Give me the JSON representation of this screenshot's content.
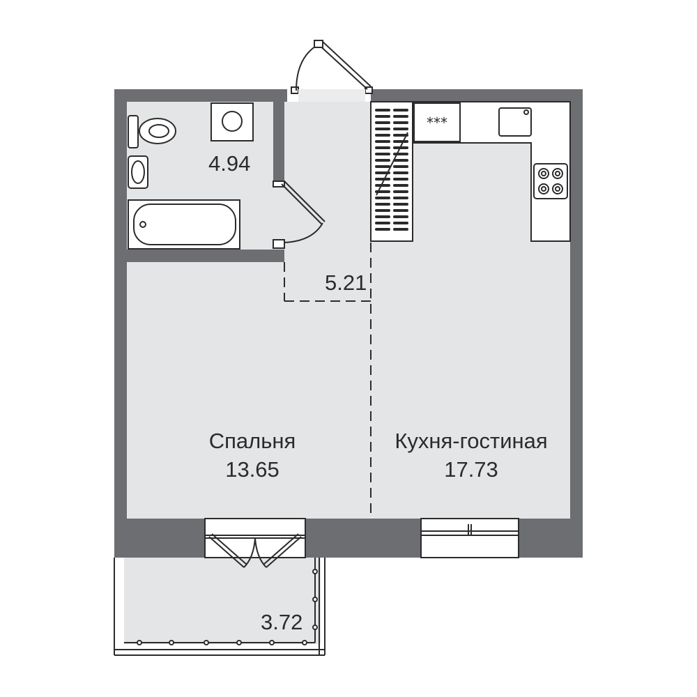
{
  "plan": {
    "colors": {
      "wall": "#6d6e71",
      "floor": "#e4e5e6",
      "line": "#2b2b2b",
      "background": "#ffffff"
    },
    "rooms": [
      {
        "id": "bathroom",
        "name": "",
        "area": "4.94"
      },
      {
        "id": "hallway",
        "name": "",
        "area": "5.21"
      },
      {
        "id": "bedroom",
        "name": "Спальня",
        "area": "13.65"
      },
      {
        "id": "kitchen-living",
        "name": "Кухня-гостиная",
        "area": "17.73"
      },
      {
        "id": "balcony",
        "name": "",
        "area": "3.72"
      }
    ],
    "icons": [
      "toilet-icon",
      "washing-machine-icon",
      "sink-icon",
      "bathtub-icon",
      "stove-icon",
      "kitchen-sink-icon",
      "oven-icon",
      "radiator-icon",
      "door-icon",
      "window-icon"
    ]
  }
}
